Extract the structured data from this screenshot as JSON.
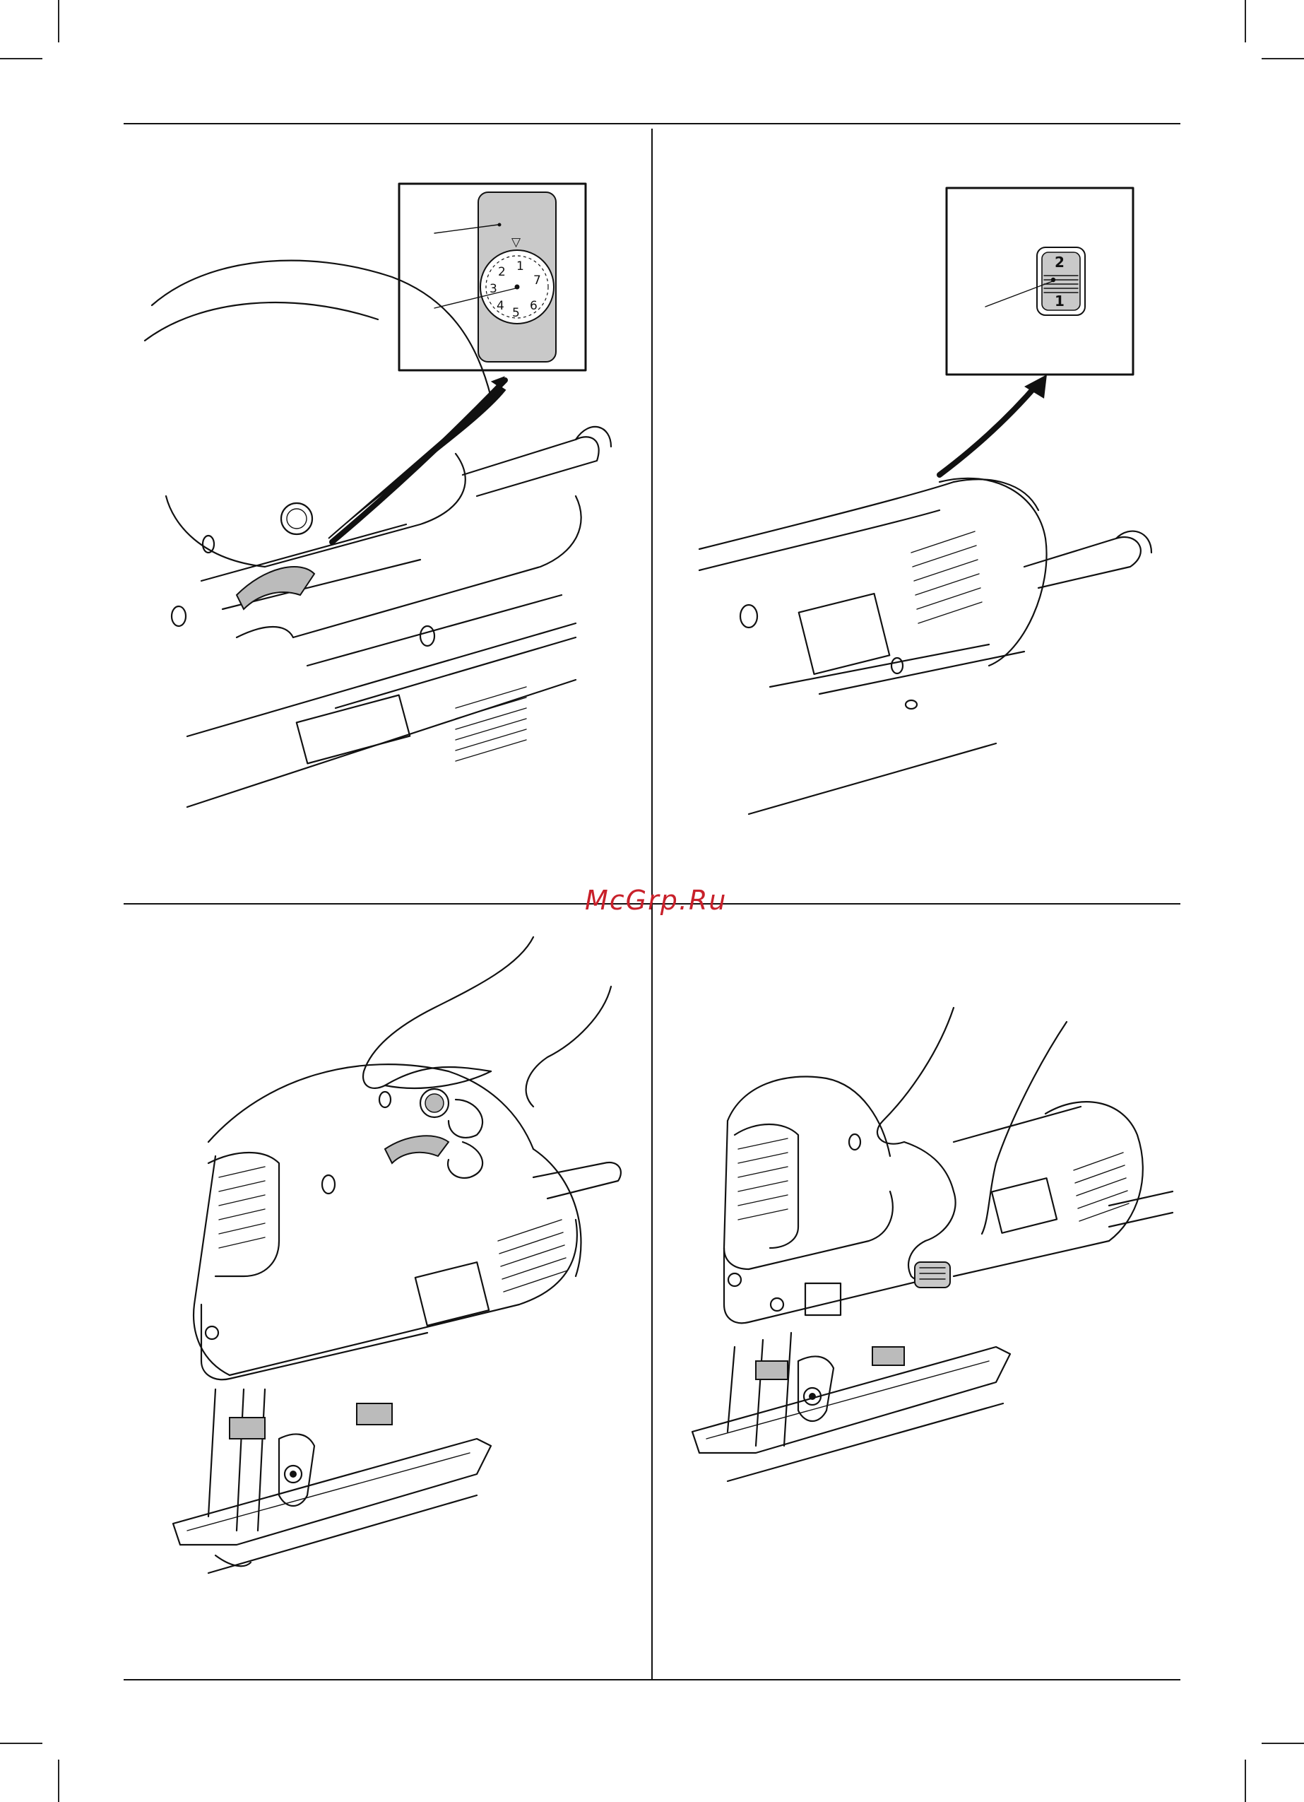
{
  "watermark": "McGrp.Ru",
  "dial": {
    "marker": "▽",
    "numbers": [
      "1",
      "2",
      "3",
      "4",
      "5",
      "6",
      "7"
    ]
  },
  "switch": {
    "top": "2",
    "bottom": "1"
  }
}
